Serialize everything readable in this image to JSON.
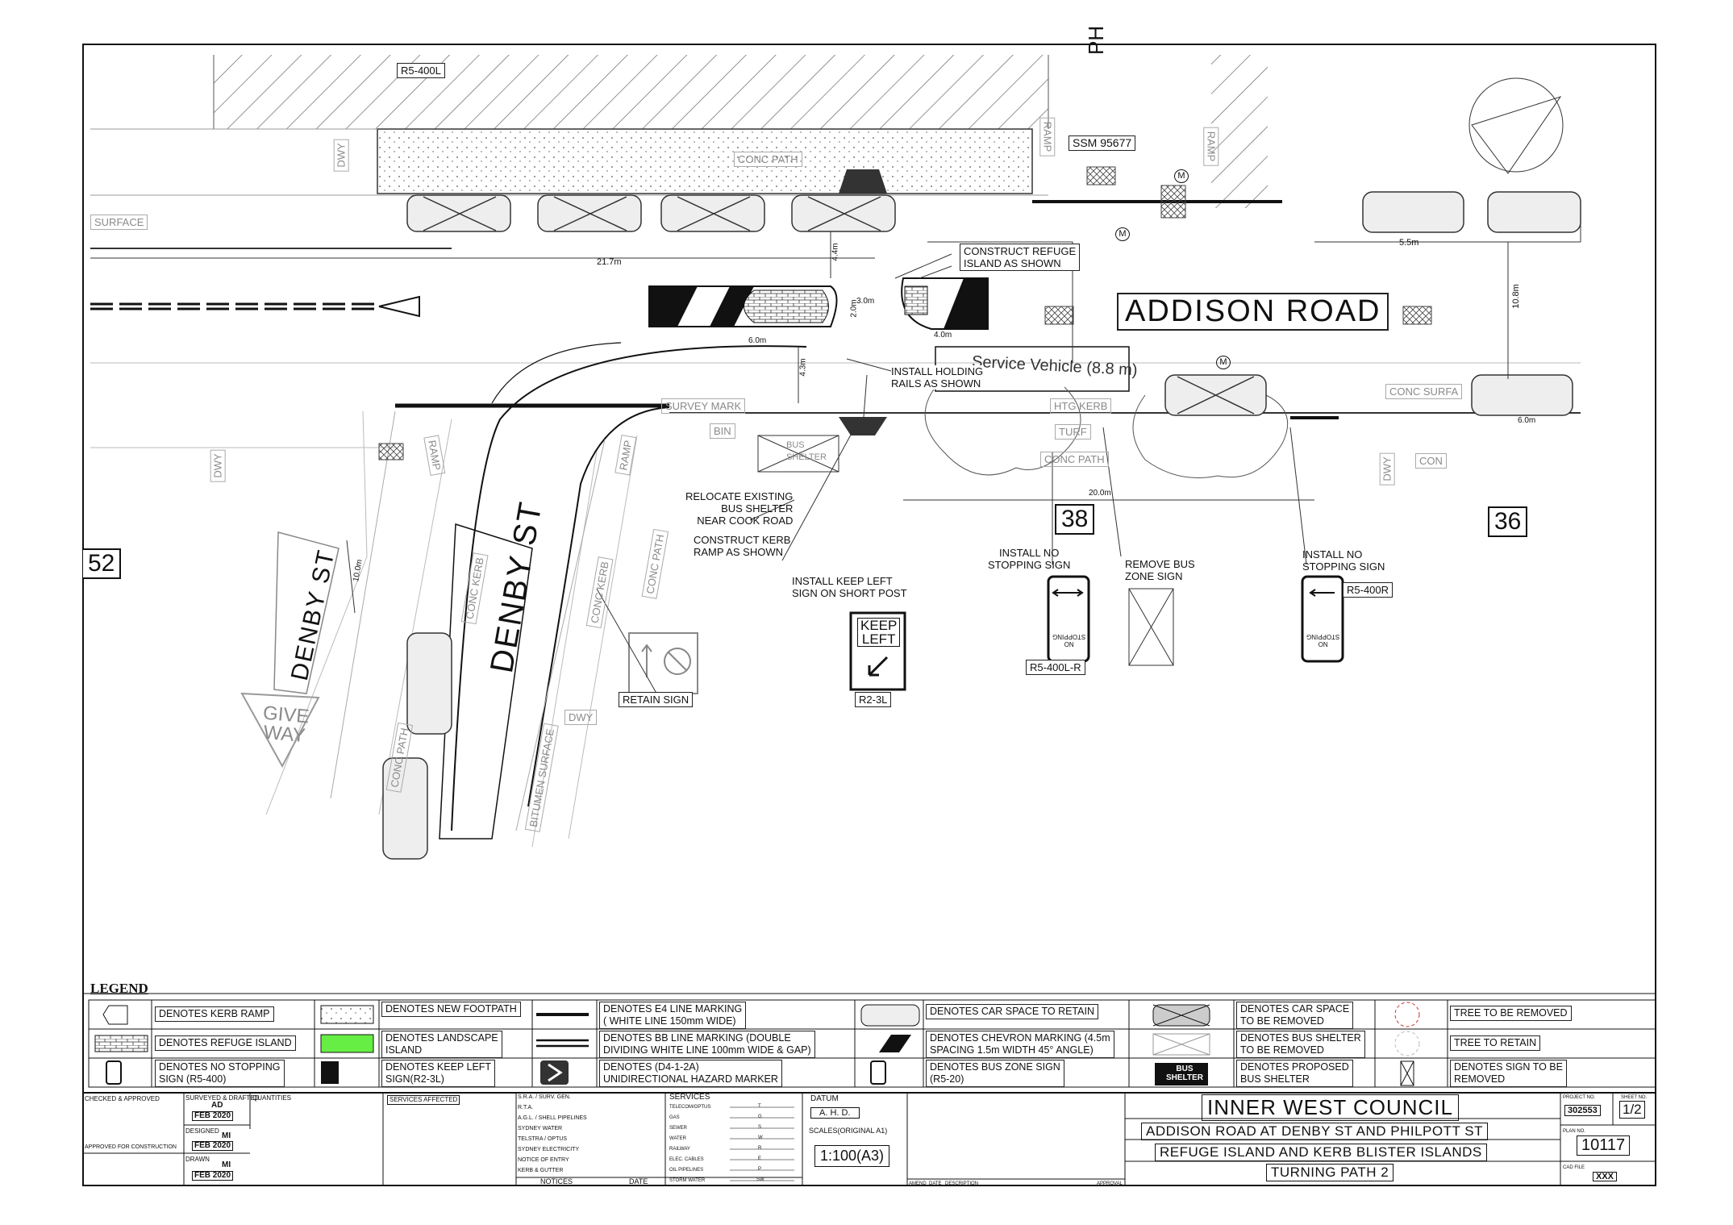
{
  "plan": {
    "annotations": {
      "r5_400l_top": "R5-400L",
      "ph": "PH",
      "ssm": "SSM 95677",
      "dwy": "DWY",
      "conc_path": "CONC PATH",
      "surface": "SURFACE",
      "ramp": "RAMP",
      "dim_21_7": "21.7m",
      "dim_5_5": "5.5m",
      "dim_10_8": "10.8m",
      "dim_4_4": "4.4m",
      "dim_2_0": "2.0m",
      "dim_3_0": "3.0m",
      "dim_4_0": "4.0m",
      "dim_6_0": "6.0m",
      "dim_4_3": "4.3m",
      "dim_20_0": "20.0m",
      "dim_6_0b": "6.0m",
      "dim_10_0": "10.0m",
      "construct_refuge": "CONSTRUCT REFUGE\nISLAND AS SHOWN",
      "addison_road": "ADDISON ROAD",
      "service_vehicle": "Service Vehicle (8.8 m)",
      "install_holding": "INSTALL HOLDING\nRAILS AS SHOWN",
      "conc_surface": "CONC SURFA",
      "htg_kerb": "HTG KERB",
      "turf": "TURF",
      "survey_mark": "SURVEY MARK",
      "bin": "BIN",
      "bus_shelter": "BUS\nSHELTER",
      "relocate": "RELOCATE EXISTING\nBUS SHELTER\nNEAR COOK ROAD",
      "construct_kerb": "CONSTRUCT KERB\nRAMP AS SHOWN",
      "install_keep_left": "INSTALL KEEP LEFT\nSIGN ON SHORT POST",
      "install_no_stop_1": "INSTALL NO\nSTOPPING SIGN",
      "remove_bus_zone": "REMOVE BUS\nZONE SIGN",
      "install_no_stop_2": "INSTALL NO\nSTOPPING SIGN",
      "r5_400r": "R5-400R",
      "r5_400l_r": "R5-400L-R",
      "r2_3l": "R2-3L",
      "retain_sign": "RETAIN SIGN",
      "keep_left_sign": "KEEP\nLEFT",
      "no_stopping": "NO\nSTOPPING",
      "num_38": "38",
      "num_36": "36",
      "num_52": "52",
      "denby_st": "DENBY ST",
      "denby_st_2": "DENBY ST",
      "give_way": "GIVE\nWAY",
      "conc_kerb": "CONC KERB",
      "bitumen_surface": "BITUMEN SURFACE",
      "con": "CON",
      "m": "M"
    },
    "legend": {
      "title": "LEGEND",
      "items": [
        "DENOTES KERB RAMP",
        "DENOTES NEW FOOTPATH",
        "DENOTES E4 LINE MARKING\n( WHITE LINE 150mm WIDE)",
        "DENOTES CAR SPACE TO RETAIN",
        "DENOTES CAR SPACE\nTO BE REMOVED",
        "TREE TO BE REMOVED",
        "DENOTES REFUGE ISLAND",
        "DENOTES LANDSCAPE\nISLAND",
        "DENOTES BB LINE MARKING (DOUBLE\nDIVIDING WHITE LINE 100mm WIDE & GAP)",
        "DENOTES CHEVRON MARKING (4.5m\nSPACING 1.5m WIDTH 45° ANGLE)",
        "DENOTES BUS SHELTER\nTO BE REMOVED",
        "TREE TO RETAIN",
        "DENOTES NO STOPPING\nSIGN (R5-400)",
        "DENOTES KEEP LEFT\nSIGN(R2-3L)",
        "DENOTES (D4-1-2A)\nUNIDIRECTIONAL HAZARD MARKER",
        "DENOTES BUS ZONE SIGN\n(R5-20)",
        "DENOTES PROPOSED\nBUS SHELTER",
        "DENOTES SIGN TO BE\nREMOVED"
      ],
      "bus_shelter_icon": "BUS\nSHELTER"
    },
    "title_block": {
      "checked": "CHECKED & APPROVED",
      "surveyed": "SURVEYED & DRAFTED",
      "ad": "AD",
      "feb1": "FEB 2020",
      "quantities": "QUANTITIES",
      "designed": "DESIGNED",
      "mi1": "MI",
      "feb2": "FEB 2020",
      "approved": "APPROVED FOR CONSTRUCTION",
      "drawn": "DRAWN",
      "mi2": "MI",
      "feb3": "FEB 2020",
      "services_affected": "SERVICES AFFECTED",
      "notices": [
        "S.R.A. / SURV. GEN.",
        "R.T.A.",
        "A.G.L. / SHELL PIPELINES",
        "SYDNEY WATER",
        "TELSTRA / OPTUS",
        "SYDNEY ELECTRICITY",
        "NOTICE OF ENTRY",
        "KERB & GUTTER"
      ],
      "notices_label": "NOTICES",
      "date_label": "DATE",
      "services": "SERVICES",
      "services_list": [
        "TELECOM/OPTUS",
        "GAS",
        "SEWER",
        "WATER",
        "RAILWAY",
        "ELEC. CABLES",
        "OIL PIPELINES",
        "STORM WATER"
      ],
      "services_codes": [
        "T",
        "G",
        "S",
        "W",
        "R",
        "E",
        "P",
        "SW"
      ],
      "datum": "DATUM",
      "ahd": "A. H. D.",
      "scales": "SCALES(ORIGINAL A1)",
      "scale": "1:100(A3)",
      "amend": "AMEND",
      "date2": "DATE",
      "description": "DESCRIPTION",
      "approval": "APPROVAL",
      "council": "INNER WEST COUNCIL",
      "line1": "ADDISON ROAD AT DENBY ST AND PHILPOTT ST",
      "line2": "REFUGE ISLAND AND KERB BLISTER ISLANDS",
      "line3": "TURNING PATH 2",
      "project_no_label": "PROJECT NO.",
      "project_no": "302553",
      "sheet_no_label": "SHEET NO.",
      "sheet_no": "1/2",
      "plan_no_label": "PLAN NO.",
      "plan_no": "10117",
      "cad_file_label": "CAD FILE",
      "cad_file": "XXX"
    }
  }
}
